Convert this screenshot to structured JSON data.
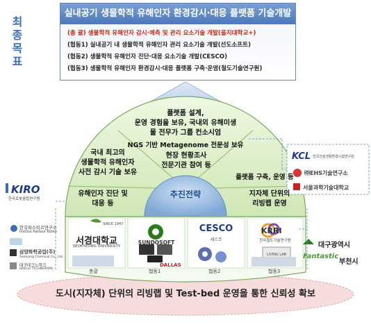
{
  "goal_label": [
    "최",
    "종",
    "목",
    "표"
  ],
  "goal": {
    "title": "실내공기 생물학적 유해인자 환경감시·대응 플랫폼 기술개발",
    "lines": [
      "(총 괄) 생물학적 유해인자 감시·예측 및 관리 요소기술 개발(을지대학교+)",
      "(협동1) 실내공기 내 생물학적 유해인자 관리 요소기술 개발(선도소프트)",
      "(협동2) 생물학적 유해인자 진단·대응 요소기술 개발(CESCO)",
      "(협동3) 생물학적 유해인자 환경감시·대응 플랫폼 구축·운영(철도기술연구원)"
    ]
  },
  "strategy": {
    "center": "추진전략",
    "top": [
      "플랫폼 설계,",
      "운영 경험을 보유, 국내외 유해미생",
      "물 전무가 그룹 컨소시엄"
    ],
    "top_ngs": "NGS 기반 Metagenome 전문성 보유",
    "top_field": [
      "현장 현황조사",
      "전문기관 참여 등"
    ],
    "left": [
      "국내 최고의",
      "생물학적 유해인자",
      "사전 감시 기술 보유"
    ],
    "left_low": [
      "유해인자 진단 및",
      "대응 등"
    ],
    "right": "플랫폼 구축, 운영 등",
    "right_low": [
      "지자체 단위의",
      "리빙랩 운영"
    ]
  },
  "left_orgs": {
    "kiro": "KIRO",
    "kiro_sub": "한국로봇융합연구원",
    "pasteur": "한국파스퇴르연구소",
    "pasteur_sub": "Institut Pasteur Korea",
    "samyang": "삼양화학공업(주)",
    "samyang_sub": "Samyang Chemical Co., Ltd.",
    "daegu": "대구테크노파크",
    "daegu_sub": "DAEGU TECHNOPARK"
  },
  "right_orgs": {
    "kcl": "KCL",
    "kcl_sub": "한국건설생활환경시험연구원",
    "ehs": "㈜EHS기술연구소",
    "seoultech": "서울과학기술대학교",
    "daegu_city": "대구광역시",
    "bucheon": "부천시",
    "bucheon_logo": "Fantastic"
  },
  "partners": [
    {
      "logo": "서경대학교",
      "sub": "SEOKYEONG UNIVERSITY",
      "since": "SINCE 1947",
      "label": "총괄"
    },
    {
      "logo": "SUNDOSOFT",
      "extra": "DALLAS",
      "label": "협동1"
    },
    {
      "logo": "CESCO",
      "sub": "세스코",
      "label": "협동2"
    },
    {
      "logo": "KRRI",
      "sub": "한국철도기술연구원",
      "extra": "LIVING LAB",
      "label": "협동3"
    }
  ],
  "bottom": "도시(지자체) 단위의 리빙랩 및 Test-bed 운영을 통한 신뢰성 확보",
  "colors": {
    "accent": "#3a6fb0",
    "green": "#4f9a2c",
    "dark_green": "#2a7a1c",
    "red": "#c02a10",
    "pink": "#f6dcdc"
  }
}
